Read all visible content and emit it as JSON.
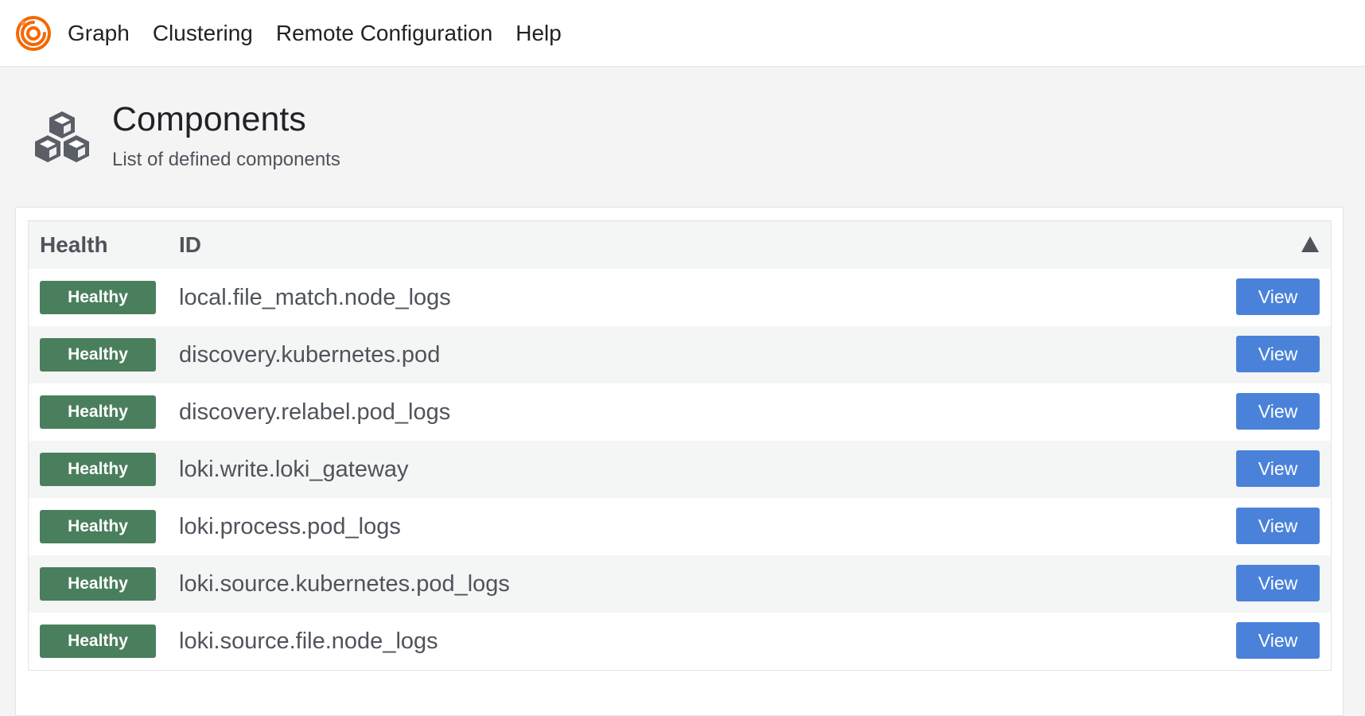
{
  "nav": {
    "items": [
      {
        "label": "Graph"
      },
      {
        "label": "Clustering"
      },
      {
        "label": "Remote Configuration"
      },
      {
        "label": "Help"
      }
    ]
  },
  "colors": {
    "accent_logo": "#f46800",
    "healthy": "#4a7f5d",
    "view_button": "#4a82da",
    "header_icon": "#5a5e66"
  },
  "icons": {
    "logo": "grafana-alloy-logo-icon",
    "header": "cubes-icon",
    "sort": "sort-ascending-icon"
  },
  "header": {
    "title": "Components",
    "subtitle": "List of defined components"
  },
  "table": {
    "columns": {
      "health": "Health",
      "id": "ID"
    },
    "sort_direction": "ascending",
    "rows": [
      {
        "health": "Healthy",
        "id": "local.file_match.node_logs",
        "action": "View"
      },
      {
        "health": "Healthy",
        "id": "discovery.kubernetes.pod",
        "action": "View"
      },
      {
        "health": "Healthy",
        "id": "discovery.relabel.pod_logs",
        "action": "View"
      },
      {
        "health": "Healthy",
        "id": "loki.write.loki_gateway",
        "action": "View"
      },
      {
        "health": "Healthy",
        "id": "loki.process.pod_logs",
        "action": "View"
      },
      {
        "health": "Healthy",
        "id": "loki.source.kubernetes.pod_logs",
        "action": "View"
      },
      {
        "health": "Healthy",
        "id": "loki.source.file.node_logs",
        "action": "View"
      }
    ]
  }
}
